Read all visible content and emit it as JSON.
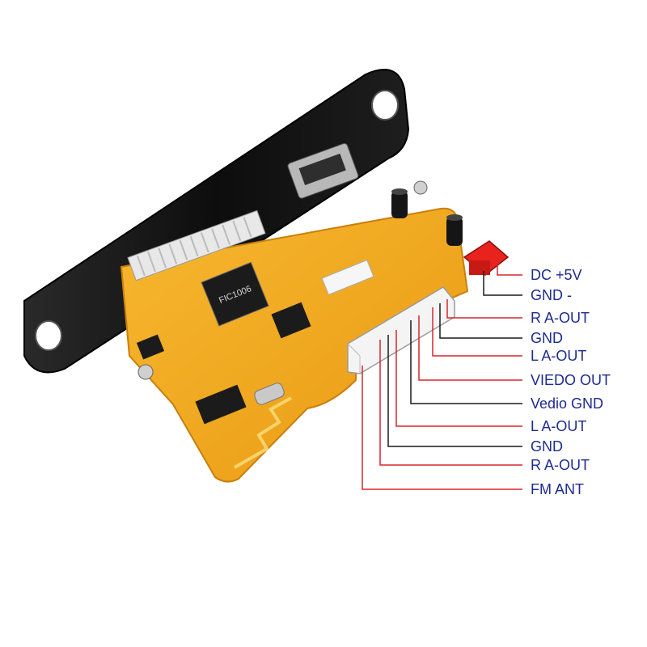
{
  "colors": {
    "board": "#f2a81d",
    "board_edge": "#c97f0c",
    "bezel": "#141414",
    "label_text": "#1d2b8f",
    "wire_red": "#d8262b",
    "wire_black": "#1a1a1a",
    "connector": "#f4f4f4",
    "power_jack": "#e8231e"
  },
  "chips": {
    "main_ic": "FIC1006"
  },
  "pins": [
    {
      "label": "DC +5V",
      "wire": "red"
    },
    {
      "label": "GND -",
      "wire": "black"
    },
    {
      "label": "R A-OUT",
      "wire": "red"
    },
    {
      "label": "GND",
      "wire": "black"
    },
    {
      "label": "L A-OUT",
      "wire": "red"
    },
    {
      "label": "VIEDO OUT",
      "wire": "red"
    },
    {
      "label": "Vedio GND",
      "wire": "black"
    },
    {
      "label": "L A-OUT",
      "wire": "red"
    },
    {
      "label": "GND",
      "wire": "black"
    },
    {
      "label": "R A-OUT",
      "wire": "red"
    },
    {
      "label": "FM ANT",
      "wire": "red"
    }
  ]
}
